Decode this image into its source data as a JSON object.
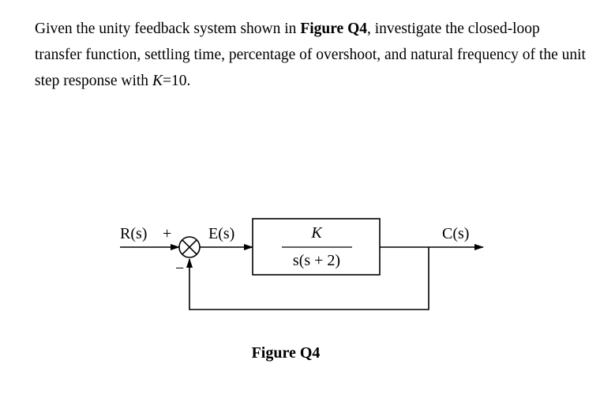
{
  "question": {
    "text_1": "Given the unity feedback system shown in ",
    "figure_ref": "Figure Q4",
    "text_2": ", investigate the closed-loop transfer function, settling time, percentage of overshoot, and natural frequency of the unit step response with ",
    "k_var": "K",
    "k_value": "=10."
  },
  "diagram": {
    "input_label": "R(s)",
    "plus_sign": "+",
    "minus_sign": "−",
    "error_label": "E(s)",
    "numerator": "K",
    "denominator": "s(s + 2)",
    "output_label": "C(s)",
    "caption": "Figure Q4"
  }
}
